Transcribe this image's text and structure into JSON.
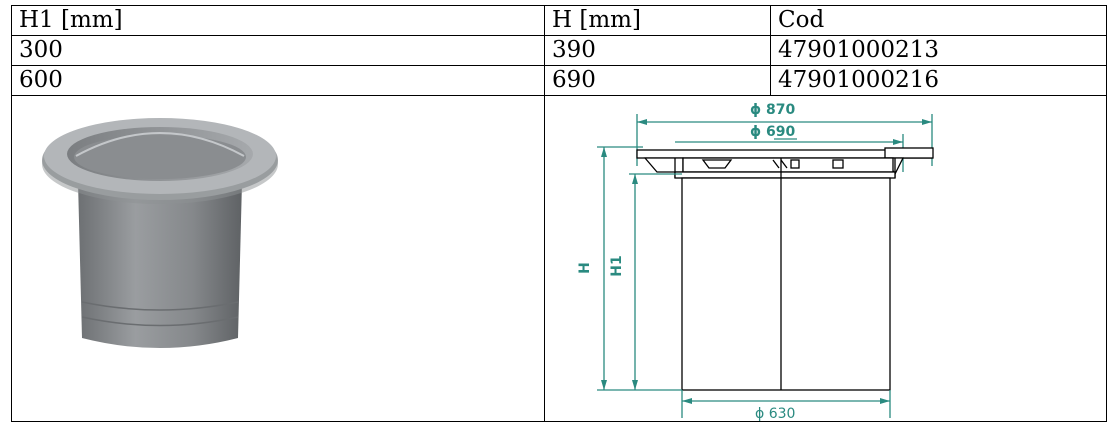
{
  "table": {
    "headers": [
      "H1 [mm]",
      "H [mm]",
      "Cod"
    ],
    "rows": [
      [
        "300",
        "390",
        "47901000213"
      ],
      [
        "600",
        "690",
        "47901000216"
      ]
    ]
  },
  "drawing": {
    "dim_outer": "870",
    "dim_mid": "690",
    "dim_bottom": "630",
    "label_h": "H",
    "label_h1": "H1",
    "phi": "ϕ"
  },
  "colors": {
    "dimension": "#2a8a80",
    "photo_body": "#8d9093"
  }
}
